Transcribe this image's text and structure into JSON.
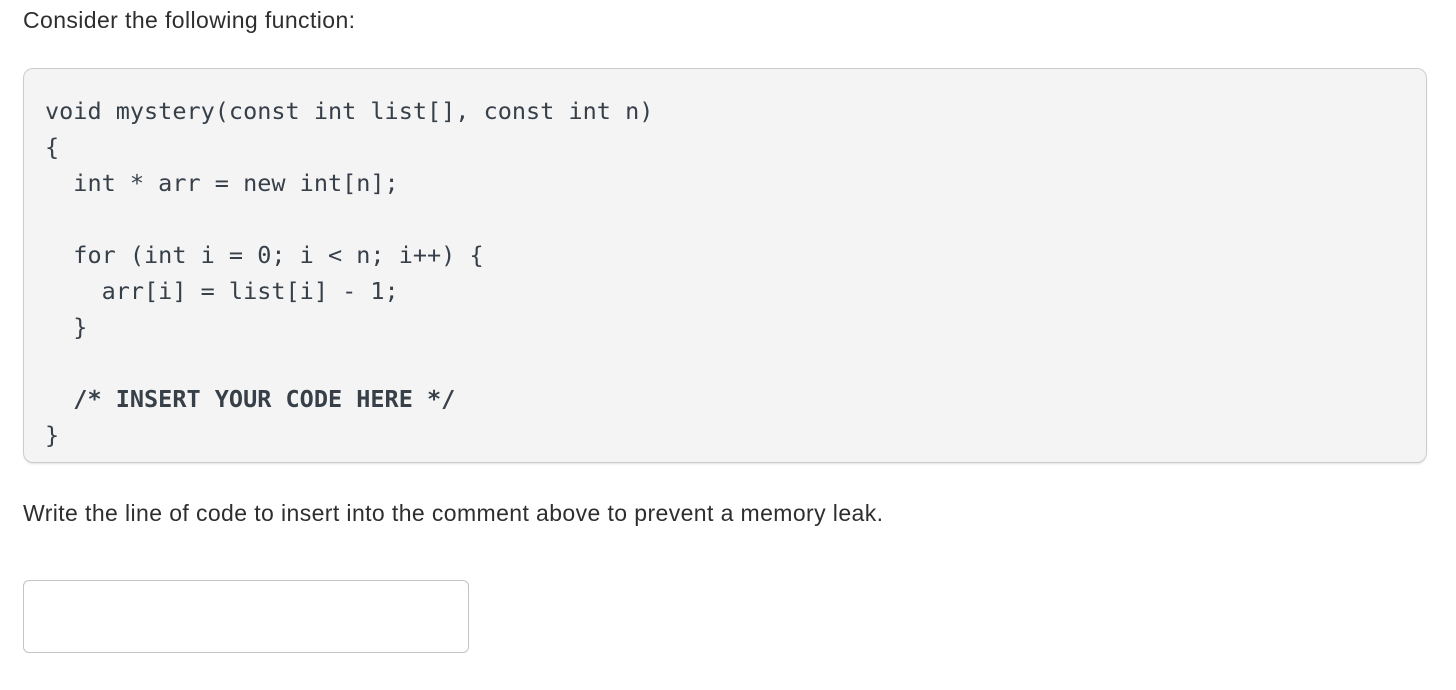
{
  "intro": {
    "text": "Consider the following function:"
  },
  "code_block": {
    "background": "#f4f4f4",
    "border_color": "#c9cdd0",
    "text_color": "#374049",
    "lines": [
      {
        "text": "void mystery(const int list[], const int n)",
        "bold": false
      },
      {
        "text": "{",
        "bold": false
      },
      {
        "text": "  int * arr = new int[n];",
        "bold": false
      },
      {
        "text": "",
        "bold": false
      },
      {
        "text": "  for (int i = 0; i < n; i++) {",
        "bold": false
      },
      {
        "text": "    arr[i] = list[i] - 1;",
        "bold": false
      },
      {
        "text": "  }",
        "bold": false
      },
      {
        "text": "",
        "bold": false
      },
      {
        "text": "  /* INSERT YOUR CODE HERE */",
        "bold": true
      },
      {
        "text": "}",
        "bold": false
      }
    ]
  },
  "question": {
    "text": "Write the line of code to insert into the comment above to prevent a memory leak."
  },
  "answer_input": {
    "value": "",
    "placeholder": ""
  }
}
